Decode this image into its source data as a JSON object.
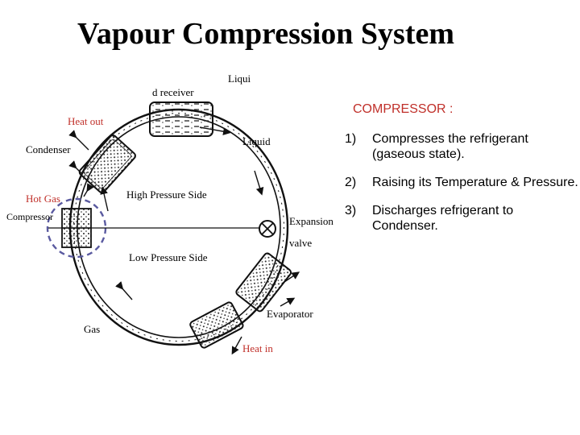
{
  "title": "Vapour Compression System",
  "labels": {
    "liquid_receiver_top": "Liqui",
    "liquid_receiver_bottom": "d receiver",
    "heat_out": "Heat out",
    "condenser": "Condenser",
    "hot_gas": "Hot Gas",
    "compressor": "Compressor",
    "liquid": "Liquid",
    "high_pressure_side": "High Pressure Side",
    "expansion": "Expansion",
    "valve": "valve",
    "low_pressure_side": "Low Pressure Side",
    "evaporator": "Evaporator",
    "gas": "Gas",
    "heat_in": "Heat in"
  },
  "compressor_info": {
    "heading": "COMPRESSOR :",
    "points": [
      {
        "num": "1)",
        "text": "Compresses the refrigerant (gaseous state)."
      },
      {
        "num": "2)",
        "text": "Raising its Temperature & Pressure."
      },
      {
        "num": "3)",
        "text": "Discharges refrigerant to Condenser."
      }
    ]
  },
  "colors": {
    "accent_red": "#c0302a",
    "highlight_circle": "#5a5aa0"
  }
}
